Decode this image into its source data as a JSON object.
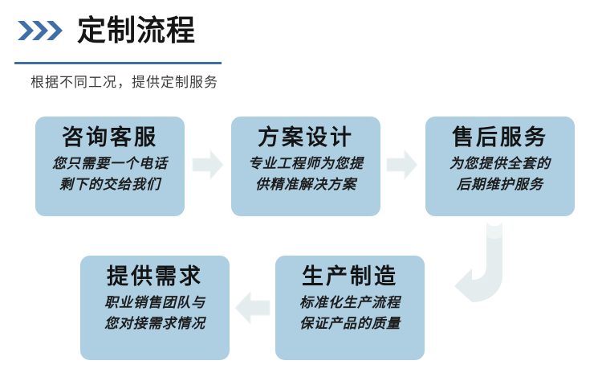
{
  "header": {
    "title": "定制流程",
    "icon": "triple-chevron-right-icon",
    "accent_color": "#3f6fa6",
    "rule_color": "#3f6fa6"
  },
  "subtitle": "根据不同工况，提供定制服务",
  "theme": {
    "card_fill": "#aecfe2",
    "arrow_fill": "#e4ecee",
    "title_color": "#141414",
    "body_color": "#1d1d1d",
    "background": "#ffffff"
  },
  "flow": {
    "steps": [
      {
        "id": "step-1",
        "title": "咨询客服",
        "line1": "您只需要一个电话",
        "line2": "剩下的交给我们"
      },
      {
        "id": "step-2",
        "title": "方案设计",
        "line1": "专业工程师为您提",
        "line2": "供精准解决方案"
      },
      {
        "id": "step-3",
        "title": "售后服务",
        "line1": "为您提供全套的",
        "line2": "后期维护服务"
      },
      {
        "id": "step-4",
        "title": "提供需求",
        "line1": "职业销售团队与",
        "line2": "您对接需求情况"
      },
      {
        "id": "step-5",
        "title": "生产制造",
        "line1": "标准化生产流程",
        "line2": "保证产品的质量"
      }
    ],
    "connectors": [
      {
        "id": "connector-1",
        "icon": "arrow-right-icon",
        "from": "step-4",
        "to": "step-1"
      },
      {
        "id": "connector-2",
        "icon": "arrow-right-icon",
        "from": "step-1",
        "to": "step-2"
      },
      {
        "id": "connector-3",
        "icon": "arrow-uturn-down-left-icon",
        "from": "step-3",
        "to": "step-5"
      },
      {
        "id": "connector-4",
        "icon": "arrow-left-icon",
        "from": "step-5",
        "to": "step-4"
      }
    ]
  }
}
